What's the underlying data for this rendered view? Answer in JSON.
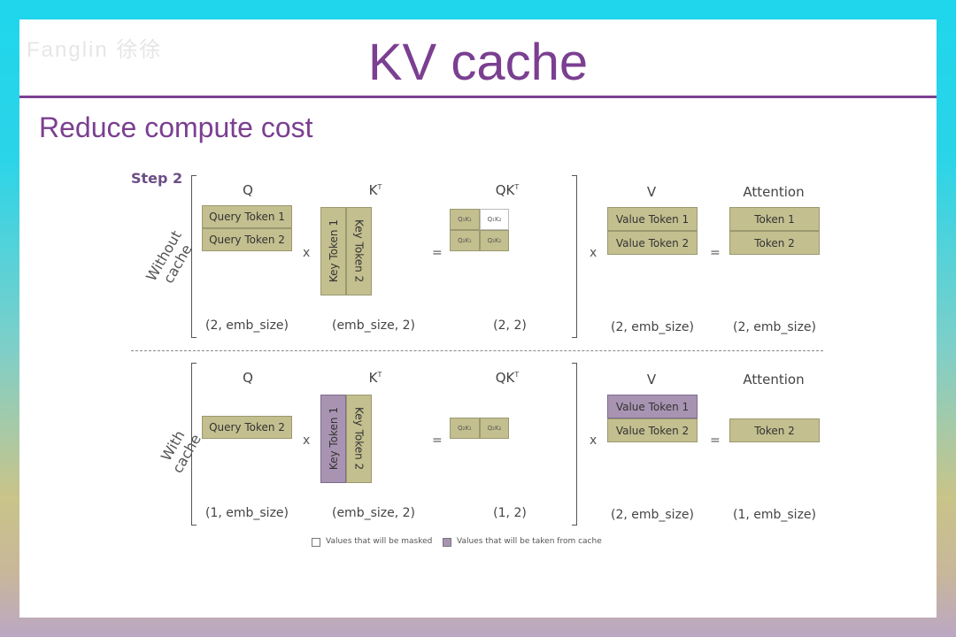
{
  "slide": {
    "watermark": "Fanglin 徐徐",
    "title": "KV cache",
    "subtitle": "Reduce compute cost"
  },
  "diagram": {
    "step": "Step 2",
    "headers": {
      "q": "Q",
      "kt": "K",
      "kt_sup": "T",
      "qkt": "QK",
      "qkt_sup": "T",
      "v": "V",
      "attention": "Attention"
    },
    "ops": {
      "times": "x",
      "equals": "="
    },
    "without_cache": {
      "label_line1": "Without",
      "label_line2": "cache",
      "q": [
        "Query Token 1",
        "Query Token 2"
      ],
      "k": [
        "Key Token 1",
        "Key Token 2"
      ],
      "qk": [
        [
          "Q₁K₁",
          "Q₁K₂"
        ],
        [
          "Q₂K₁",
          "Q₂K₂"
        ]
      ],
      "v": [
        "Value Token 1",
        "Value Token 2"
      ],
      "attention": [
        "Token 1",
        "Token 2"
      ],
      "dims": {
        "q": "(2, emb_size)",
        "k": "(emb_size, 2)",
        "qk": "(2, 2)",
        "v": "(2, emb_size)",
        "attention": "(2, emb_size)"
      }
    },
    "with_cache": {
      "label_line1": "With",
      "label_line2": "cache",
      "q": [
        "Query Token 2"
      ],
      "k": [
        "Key Token 1",
        "Key Token 2"
      ],
      "qk": [
        [
          "Q₂K₁",
          "Q₂K₂"
        ]
      ],
      "v": [
        "Value Token 1",
        "Value Token 2"
      ],
      "attention": [
        "Token 2"
      ],
      "dims": {
        "q": "(1, emb_size)",
        "k": "(emb_size, 2)",
        "qk": "(1, 2)",
        "v": "(2, emb_size)",
        "attention": "(1, emb_size)"
      }
    },
    "legend": {
      "masked": "Values that will be masked",
      "cached": "Values that will be taken from cache"
    },
    "colors": {
      "token": "#c3bf8f",
      "cached": "#a894b2",
      "title": "#7b3f91"
    }
  }
}
